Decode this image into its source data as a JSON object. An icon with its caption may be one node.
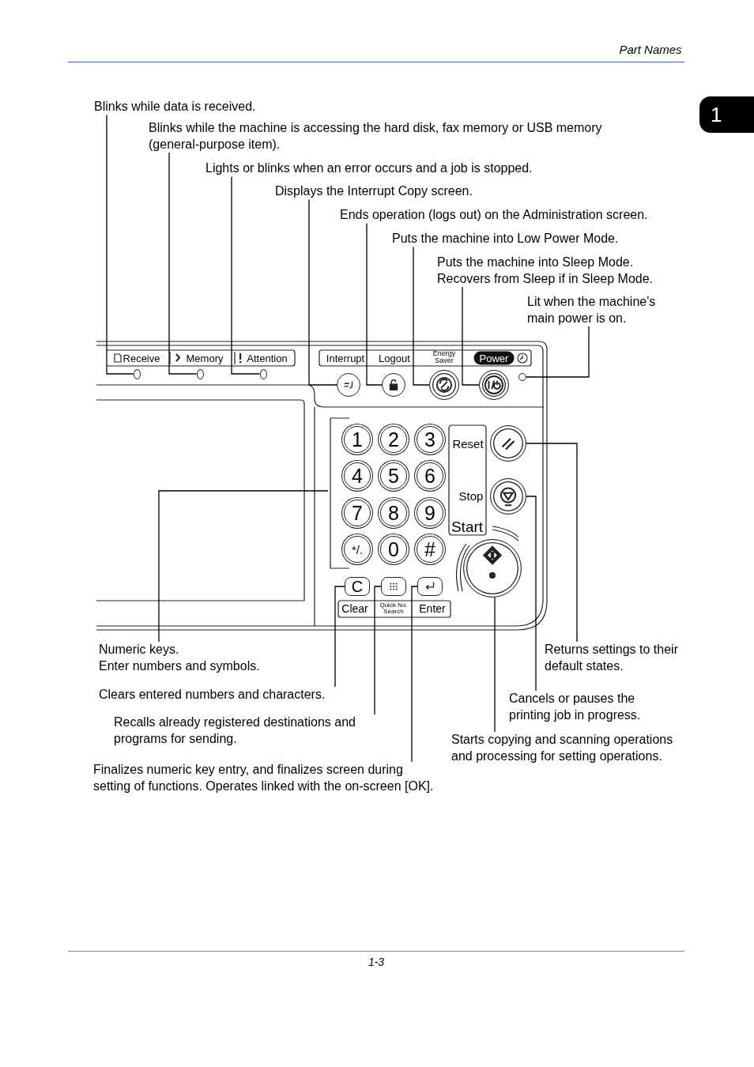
{
  "diagram": {
    "nodes": [
      {
        "text": [
          "Blinks while data is received."
        ]
      },
      {
        "text": [
          "Blinks while the machine is accessing the hard disk, fax memory or USB memory (general-purpose item)."
        ]
      },
      {
        "text": [
          "Lights or blinks when an error occurs and a job is stopped."
        ]
      },
      {
        "text": [
          "Displays the Interrupt Copy screen."
        ]
      },
      {
        "text": [
          "Ends operation (logs out) on the Administration screen."
        ]
      },
      {
        "text": [
          "Puts the machine into Low Power Mode."
        ]
      },
      {
        "text": [
          "Puts the machine into Sleep Mode.",
          "Recovers from Sleep if in Sleep Mode."
        ]
      },
      {
        "text": [
          "Lit when the machine's main power is on."
        ]
      },
      {
        "text": [
          "Numeric keys.",
          "Enter numbers and symbols."
        ]
      },
      {
        "text": [
          "Clears entered numbers and characters."
        ]
      },
      {
        "text": [
          "Recalls already registered destinations and programs for sending."
        ]
      },
      {
        "text": [
          "Finalizes numeric key entry, and finalizes screen during setting of functions. Operates linked with the on-screen [OK]."
        ]
      },
      {
        "text": [
          "Returns settings to their default states."
        ]
      },
      {
        "text": [
          "Cancels or pauses the printing job in progress."
        ]
      },
      {
        "text": [
          "Starts copying and scanning operations and processing for setting operations."
        ]
      },
      {
        "text": [],
        "shape": "circle",
        "beside": [
          "Receive"
        ]
      },
      {
        "text": [],
        "shape": "circle",
        "beside": [
          "Memory"
        ]
      },
      {
        "text": [],
        "shape": "circle",
        "beside": [
          "Attention"
        ]
      },
      {
        "text": [],
        "shape": "circle",
        "beside": [
          "Interrupt"
        ]
      },
      {
        "text": [],
        "shape": "circle",
        "beside": [
          "Logout"
        ]
      },
      {
        "text": [],
        "shape": "circle",
        "beside": [
          "Energy Saver"
        ]
      },
      {
        "text": [],
        "shape": "circle",
        "beside": [
          "Power"
        ]
      },
      {
        "text": [],
        "shape": "circle"
      },
      {
        "text": [
          "C"
        ],
        "beside": [
          "Clear"
        ]
      },
      {
        "text": [],
        "shape": "box",
        "beside": [
          "Quick No. Search"
        ]
      },
      {
        "text": [],
        "shape": "box",
        "beside": [
          "Enter"
        ]
      },
      {
        "text": [],
        "shape": "circle",
        "beside": [
          "Reset"
        ]
      },
      {
        "text": [],
        "shape": "circle",
        "beside": [
          "Stop"
        ]
      },
      {
        "text": [],
        "shape": "circle",
        "beside": [
          "Start"
        ]
      }
    ],
    "edges": [
      {
        "from": 0,
        "to": 15,
        "arrow": "none"
      },
      {
        "from": 1,
        "to": 16,
        "arrow": "none"
      },
      {
        "from": 2,
        "to": 17,
        "arrow": "none"
      },
      {
        "from": 3,
        "to": 18,
        "arrow": "none"
      },
      {
        "from": 4,
        "to": 19,
        "arrow": "none"
      },
      {
        "from": 5,
        "to": 20,
        "arrow": "none"
      },
      {
        "from": 6,
        "to": 21,
        "arrow": "none"
      },
      {
        "from": 7,
        "to": 22,
        "arrow": "none"
      },
      {
        "from": 8,
        "to": null,
        "arrow": "none"
      },
      {
        "from": 9,
        "to": 23,
        "arrow": "none"
      },
      {
        "from": 10,
        "to": 24,
        "arrow": "none"
      },
      {
        "from": 11,
        "to": 25,
        "arrow": "none"
      },
      {
        "from": 12,
        "to": 26,
        "arrow": "none"
      },
      {
        "from": 13,
        "to": 27,
        "arrow": "none"
      },
      {
        "from": 14,
        "to": 28,
        "arrow": "none"
      }
    ],
    "labels": [
      "Part Names",
      "1",
      "1",
      "2",
      "3",
      "4",
      "5",
      "6",
      "7",
      "8",
      "9",
      "*/.",
      "0",
      "#",
      "1-3"
    ]
  }
}
